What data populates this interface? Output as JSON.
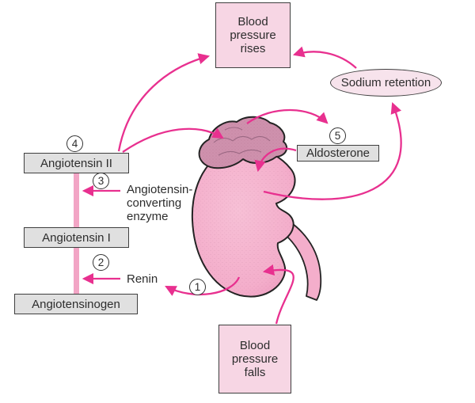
{
  "nodes": {
    "blood_pressure_rises": "Blood pressure rises",
    "sodium_retention": "Sodium retention",
    "aldosterone": "Aldosterone",
    "angiotensin_ii": "Angiotensin II",
    "angiotensin_i": "Angiotensin I",
    "angiotensinogen": "Angiotensinogen",
    "blood_pressure_falls": "Blood pressure falls"
  },
  "labels": {
    "ace": "Angiotensin-converting enzyme",
    "renin": "Renin"
  },
  "steps": {
    "s1": "1",
    "s2": "2",
    "s3": "3",
    "s4": "4",
    "s5": "5"
  },
  "icons": {
    "kidney": "kidney-illustration",
    "adrenal": "adrenal-gland",
    "ureter": "ureter-tube"
  },
  "colors": {
    "arrow": "#e8308f",
    "pink_box_fill": "#f7d6e4",
    "ellipse_fill": "#f7e3ec",
    "gray_box_fill": "#e0e0e0",
    "box_border": "#3f3f3f",
    "text": "#2d2d2d",
    "kidney_fill": "#f4aecb",
    "adrenal_fill": "#cf91ad",
    "connector_line": "#f2a5c5"
  }
}
